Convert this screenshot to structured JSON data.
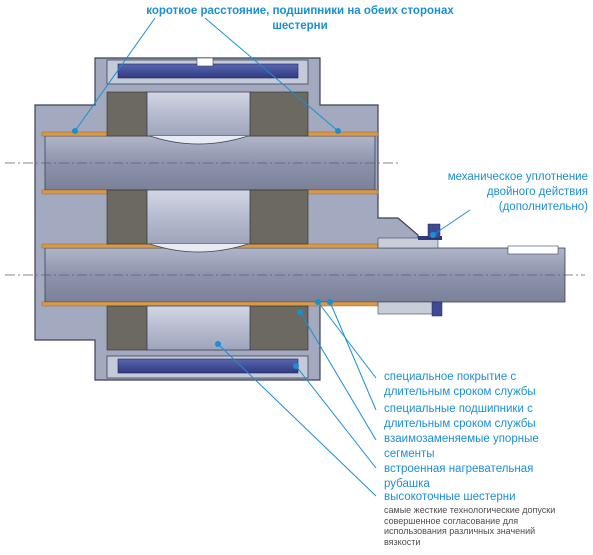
{
  "labels": {
    "top_callout": "короткое расстояние, подшипники на обеих сторонах шестерни",
    "mechanical_seal": [
      "механическое уплотнение",
      "двойного действия",
      "(дополнительно)"
    ],
    "coating": [
      "специальное покрытие с",
      "длительным сроком службы"
    ],
    "bearings": [
      "специальные подшипники с",
      "длительным сроком службы"
    ],
    "thrust_segments": [
      "взаимозаменяемые упорные",
      "сегменты"
    ],
    "heating_jacket": [
      "встроенная нагревательная",
      "рубашка"
    ],
    "gears": "высокоточные шестерни",
    "gears_note": [
      "самые жесткие технологические допуски",
      "совершенное согласование для",
      "использования различных значений",
      "вязкости"
    ]
  },
  "colors": {
    "accent": "#1a8fd1",
    "housing": "#9aa2ba",
    "shaft": "#8e95ad",
    "gear": "#b9bed2",
    "bearing": "#6c6a60",
    "bushing": "#d69a4a",
    "jacket": "#3e4a94"
  }
}
